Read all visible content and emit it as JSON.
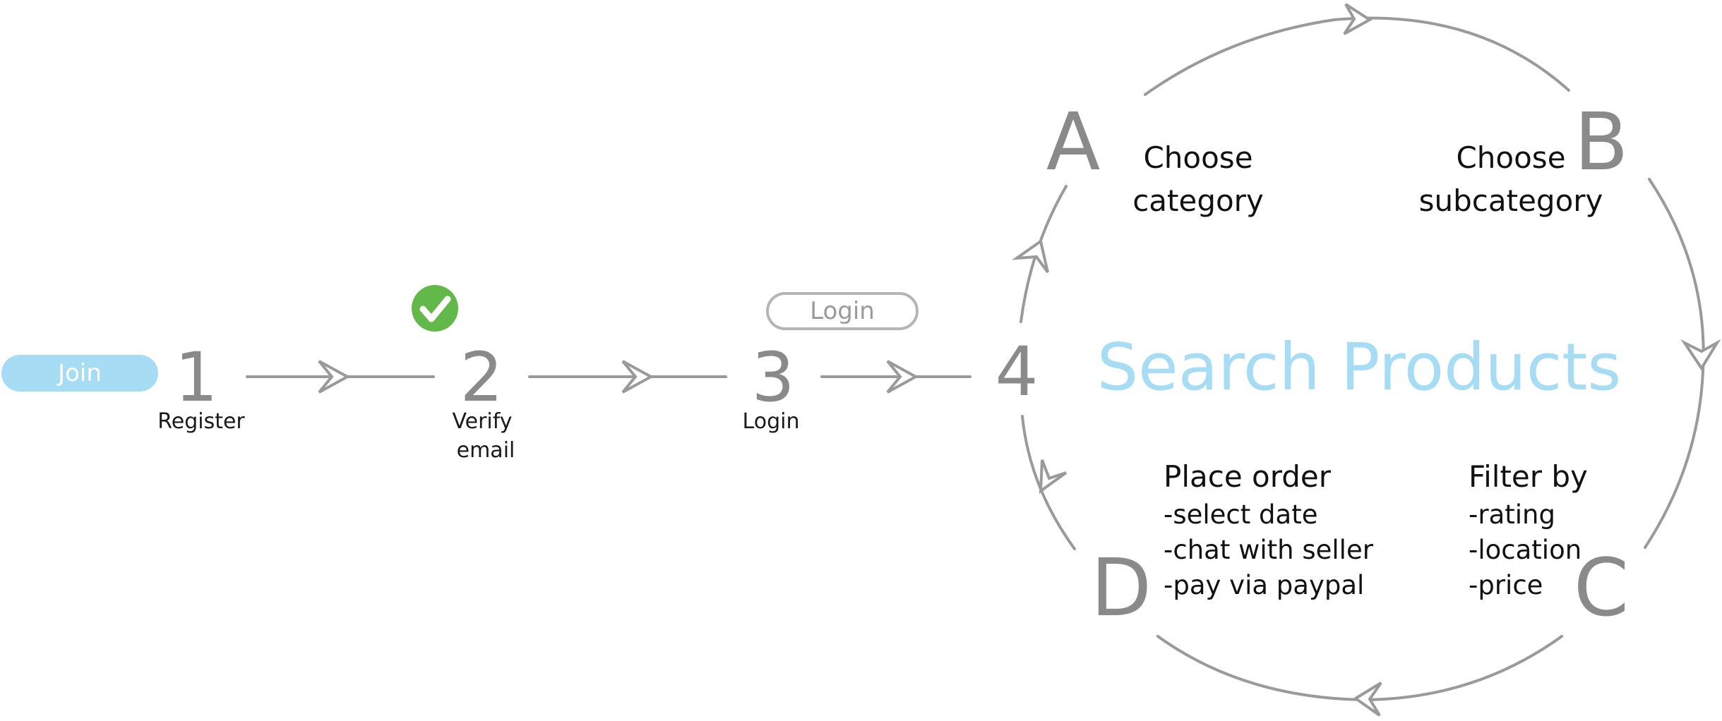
{
  "colors": {
    "line": "#9a9a9a",
    "number": "#8a8a8a",
    "accent_blue": "#a6dcf4",
    "check_green": "#62b94a",
    "text": "#111111"
  },
  "buttons": {
    "join": "Join",
    "login": "Login"
  },
  "steps": [
    {
      "number": "1",
      "label": [
        "Register"
      ]
    },
    {
      "number": "2",
      "label": [
        "Verify",
        "email"
      ]
    },
    {
      "number": "3",
      "label": [
        "Login"
      ]
    },
    {
      "number": "4"
    }
  ],
  "badges": {
    "verified_icon": "checkmark-circle-icon"
  },
  "center": {
    "title": "Search Products"
  },
  "stages": {
    "a": {
      "letter": "A",
      "lines": [
        "Choose",
        "category"
      ]
    },
    "b": {
      "letter": "B",
      "lines": [
        "Choose",
        "subcategory"
      ]
    },
    "c": {
      "letter": "C",
      "title": "Filter by",
      "items": [
        "-rating",
        "-location",
        "-price"
      ]
    },
    "d": {
      "letter": "D",
      "title": "Place order",
      "items": [
        "-select date",
        "-chat with seller",
        "-pay via paypal"
      ]
    }
  }
}
